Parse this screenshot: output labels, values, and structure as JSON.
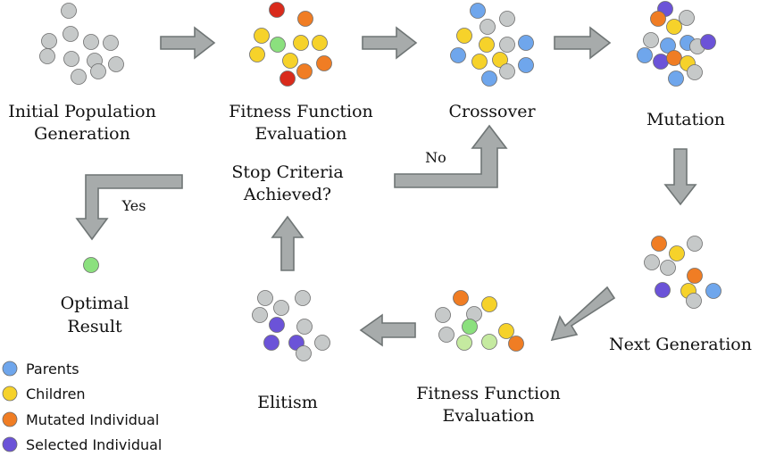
{
  "colors": {
    "gray": "#c6c9c9",
    "blue": "#6fa6ec",
    "yellow": "#f6d22a",
    "orange": "#f07d24",
    "red": "#d92b1c",
    "purple": "#6b53d8",
    "green": "#8be07e",
    "light_green": "#c5eaa0",
    "arrow_fill": "#a7abab",
    "arrow_stroke": "#6f7575"
  },
  "stages": {
    "initial": {
      "line1": "Initial Population",
      "line2": "Generation"
    },
    "fitness1": {
      "line1": "Fitness Function",
      "line2": "Evaluation"
    },
    "crossover": {
      "line1": "Crossover"
    },
    "mutation": {
      "line1": "Mutation"
    },
    "next_generation": {
      "line1": "Next Generation"
    },
    "fitness2": {
      "line1": "Fitness Function",
      "line2": "Evaluation"
    },
    "elitism": {
      "line1": "Elitism"
    },
    "stop": {
      "line1": "Stop Criteria",
      "line2": "Achieved?"
    },
    "optimal": {
      "line1": "Optimal",
      "line2": "Result"
    }
  },
  "edge_labels": {
    "no": "No",
    "yes": "Yes"
  },
  "legend": [
    {
      "label": "Parents",
      "color": "blue"
    },
    {
      "label": "Children",
      "color": "yellow"
    },
    {
      "label": "Mutated Individual",
      "color": "orange"
    },
    {
      "label": "Selected Individual",
      "color": "purple"
    }
  ],
  "clusters": {
    "initial": [
      "gray",
      "gray",
      "gray",
      "gray",
      "gray",
      "gray",
      "gray",
      "gray",
      "gray",
      "gray",
      "gray"
    ],
    "fitness1": [
      "red",
      "orange",
      "yellow",
      "yellow",
      "green",
      "yellow",
      "yellow",
      "yellow",
      "red",
      "orange",
      "orange"
    ],
    "crossover": [
      "blue",
      "gray",
      "yellow",
      "gray",
      "yellow",
      "gray",
      "blue",
      "yellow",
      "blue",
      "yellow",
      "gray",
      "blue",
      "blue"
    ],
    "mutation": [
      "purple",
      "orange",
      "gray",
      "yellow",
      "blue",
      "gray",
      "blue",
      "gray",
      "purple",
      "blue",
      "purple",
      "orange",
      "yellow",
      "gray",
      "blue"
    ],
    "next_generation": [
      "orange",
      "yellow",
      "gray",
      "gray",
      "gray",
      "orange",
      "purple",
      "yellow",
      "blue",
      "gray"
    ],
    "fitness2": [
      "orange",
      "yellow",
      "gray",
      "gray",
      "green",
      "gray",
      "light_green",
      "light_green",
      "yellow",
      "orange"
    ],
    "elitism": [
      "gray",
      "gray",
      "gray",
      "purple",
      "gray",
      "purple",
      "purple",
      "gray",
      "gray",
      "gray"
    ],
    "optimal": [
      "green"
    ]
  }
}
